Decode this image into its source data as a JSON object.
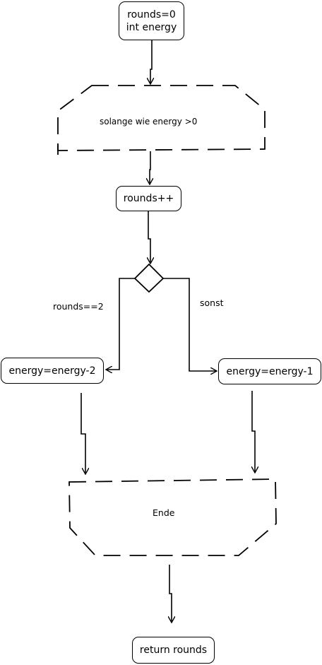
{
  "nodes": {
    "start_line1": "rounds=0",
    "start_line2": "int energy",
    "loop_start": "solange wie energy >0",
    "increment": "rounds++",
    "left_action": "energy=energy-2",
    "right_action": "energy=energy-1",
    "loop_end": "Ende",
    "return": "return rounds"
  },
  "edges": {
    "left_condition": "rounds==2",
    "right_condition": "sonst"
  }
}
